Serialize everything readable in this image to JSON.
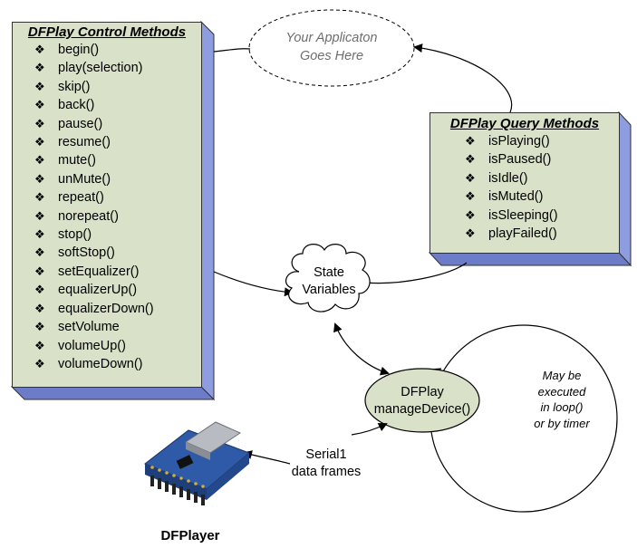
{
  "control_methods": {
    "title": "DFPlay Control Methods",
    "items": [
      "begin()",
      "play(selection)",
      "skip()",
      "back()",
      "pause()",
      "resume()",
      "mute()",
      "unMute()",
      "repeat()",
      "norepeat()",
      "stop()",
      "softStop()",
      "setEqualizer()",
      "equalizerUp()",
      "equalizerDown()",
      "setVolume",
      "volumeUp()",
      "volumeDown()"
    ]
  },
  "query_methods": {
    "title": "DFPlay Query Methods",
    "items": [
      "isPlaying()",
      "isPaused()",
      "isIdle()",
      "isMuted()",
      "isSleeping()",
      "playFailed()"
    ]
  },
  "application": {
    "line1": "Your Applicaton",
    "line2": "Goes Here"
  },
  "state_variables": {
    "line1": "State",
    "line2": "Variables"
  },
  "manage_device": {
    "line1": "DFPlay",
    "line2": "manageDevice()"
  },
  "loop_note": {
    "line1": "May be",
    "line2": "executed",
    "line3": "in loop()",
    "line4": "or by timer"
  },
  "serial": {
    "line1": "Serial1",
    "line2": "data frames"
  },
  "device_label": "DFPlayer",
  "colors": {
    "panel_face": "#d9e1c8",
    "panel_side": "#8e9de0",
    "panel_shadow": "#6c7cc8",
    "ellipse_fill": "#d9e1c8"
  },
  "bullet_glyph": "❖"
}
